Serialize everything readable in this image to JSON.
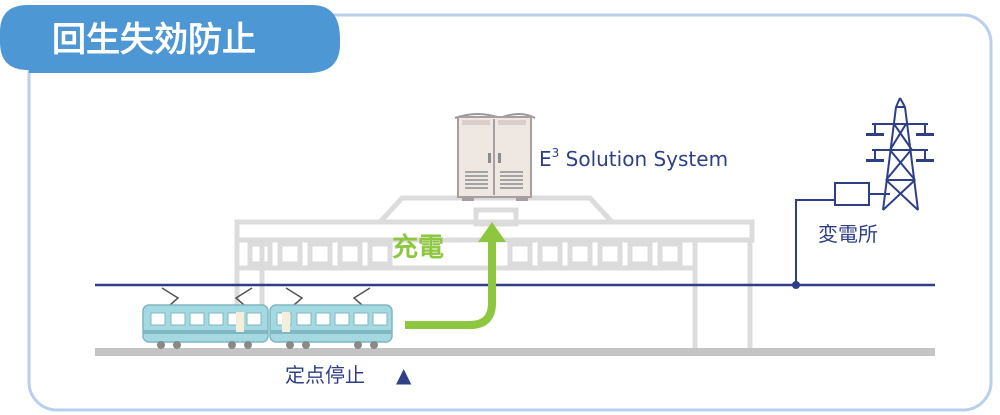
{
  "title": "回生失効防止",
  "system": {
    "label_main": "E",
    "label_sup": "3",
    "label_rest": " Solution System"
  },
  "substation": {
    "label": "変電所"
  },
  "charge": {
    "label": "充電"
  },
  "stop": {
    "label": "定点停止",
    "marker": "▲"
  },
  "colors": {
    "title_bg": "#4d97d5",
    "frame": "#b9cfee",
    "navy": "#2f3f86",
    "green": "#8dc63f",
    "train": "#a5d9e2",
    "building": "#d9d9d9",
    "track": "#c4c4c4"
  },
  "icons": [
    "tower-icon",
    "cabinet-icon",
    "train-icon",
    "building-icon",
    "arrow-icon",
    "triangle-icon"
  ]
}
